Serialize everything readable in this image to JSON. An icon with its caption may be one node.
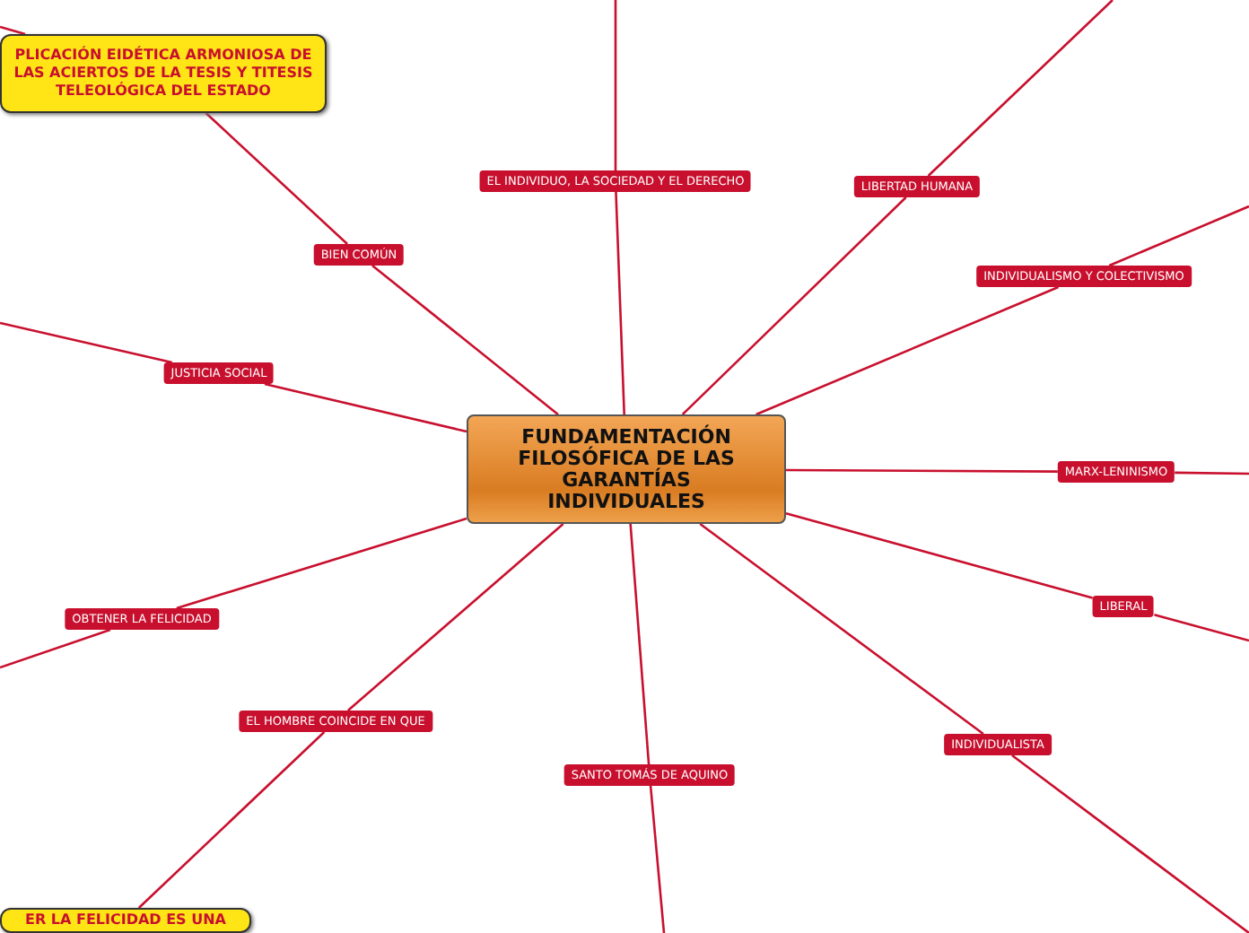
{
  "diagram": {
    "nodes": [
      {
        "text": [
          "FUNDAMENTACIÓN FILOSÓFICA DE LAS GARANTÍAS INDIVIDUALES"
        ]
      },
      {
        "text": [
          "PLICACIÓN EIDÉTICA ARMONIOSA DE LAS ACIERTOS DE LA TESIS Y TITESIS TELEOLÓGICA DEL ESTADO"
        ]
      },
      {
        "text": [
          "EL INDIVIDUO, LA SOCIEDAD Y EL DERECHO"
        ]
      },
      {
        "text": [
          "LIBERTAD HUMANA"
        ]
      },
      {
        "text": [
          "BIEN COMÚN"
        ]
      },
      {
        "text": [
          "INDIVIDUALISMO Y COLECTIVISMO"
        ]
      },
      {
        "text": [
          "JUSTICIA SOCIAL"
        ]
      },
      {
        "text": [
          "MARX-LENINISMO"
        ]
      },
      {
        "text": [
          "LIBERAL"
        ]
      },
      {
        "text": [
          "OBTENER LA FELICIDAD"
        ]
      },
      {
        "text": [
          "EL HOMBRE COINCIDE EN QUE"
        ]
      },
      {
        "text": [
          "INDIVIDUALISTA"
        ]
      },
      {
        "text": [
          "SANTO TOMÁS DE AQUINO"
        ]
      },
      {
        "text": [
          "ER LA FELICIDAD ES UNA"
        ]
      }
    ],
    "edges": [
      {
        "from": 0,
        "to": 2,
        "arrow": "none"
      },
      {
        "from": 2,
        "to": null,
        "arrow": "none"
      },
      {
        "from": 0,
        "to": 3,
        "arrow": "none"
      },
      {
        "from": 3,
        "to": null,
        "arrow": "none"
      },
      {
        "from": 0,
        "to": 4,
        "arrow": "none"
      },
      {
        "from": 4,
        "to": 1,
        "arrow": "none"
      },
      {
        "from": 1,
        "to": null,
        "arrow": "none"
      },
      {
        "from": 0,
        "to": 5,
        "arrow": "none"
      },
      {
        "from": 5,
        "to": null,
        "arrow": "none"
      },
      {
        "from": 0,
        "to": 6,
        "arrow": "none"
      },
      {
        "from": 6,
        "to": null,
        "arrow": "none"
      },
      {
        "from": 0,
        "to": 7,
        "arrow": "none"
      },
      {
        "from": 7,
        "to": null,
        "arrow": "none"
      },
      {
        "from": 0,
        "to": 8,
        "arrow": "none"
      },
      {
        "from": 8,
        "to": null,
        "arrow": "none"
      },
      {
        "from": 0,
        "to": 9,
        "arrow": "none"
      },
      {
        "from": 9,
        "to": null,
        "arrow": "none"
      },
      {
        "from": 0,
        "to": 10,
        "arrow": "none"
      },
      {
        "from": 10,
        "to": 13,
        "arrow": "none"
      },
      {
        "from": 0,
        "to": 11,
        "arrow": "none"
      },
      {
        "from": 11,
        "to": null,
        "arrow": "none"
      },
      {
        "from": 0,
        "to": 12,
        "arrow": "none"
      },
      {
        "from": 12,
        "to": null,
        "arrow": "none"
      }
    ]
  }
}
